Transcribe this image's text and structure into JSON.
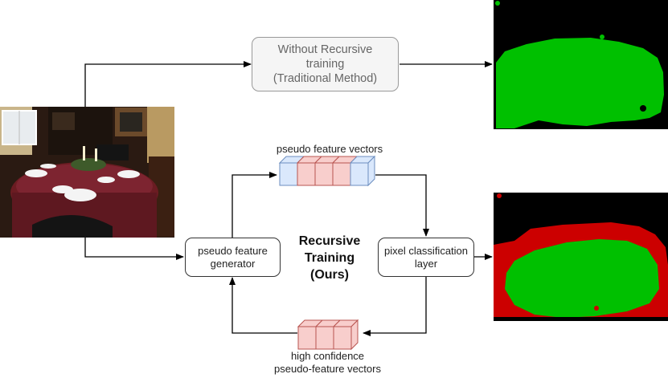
{
  "traditional_box": {
    "lines": [
      "Without Recursive",
      "training",
      "(Traditional Method)"
    ]
  },
  "pseudo_feature_generator": {
    "lines": [
      "pseudo feature",
      "generator"
    ]
  },
  "pixel_classification_layer": {
    "lines": [
      "pixel classification",
      "layer"
    ]
  },
  "center_title": {
    "lines": [
      "Recursive",
      "Training",
      "(Ours)"
    ]
  },
  "top_vectors_label": "pseudo feature vectors",
  "bottom_vectors_label": {
    "lines": [
      "high confidence",
      "pseudo-feature vectors"
    ]
  },
  "colors": {
    "blue_cell": "#dae8fc",
    "blue_border": "#6c8ebf",
    "red_cell": "#f8cecc",
    "red_border": "#b85450",
    "segmentation_green": "#00c000",
    "segmentation_red": "#cc0000",
    "segmentation_background": "#000000"
  }
}
